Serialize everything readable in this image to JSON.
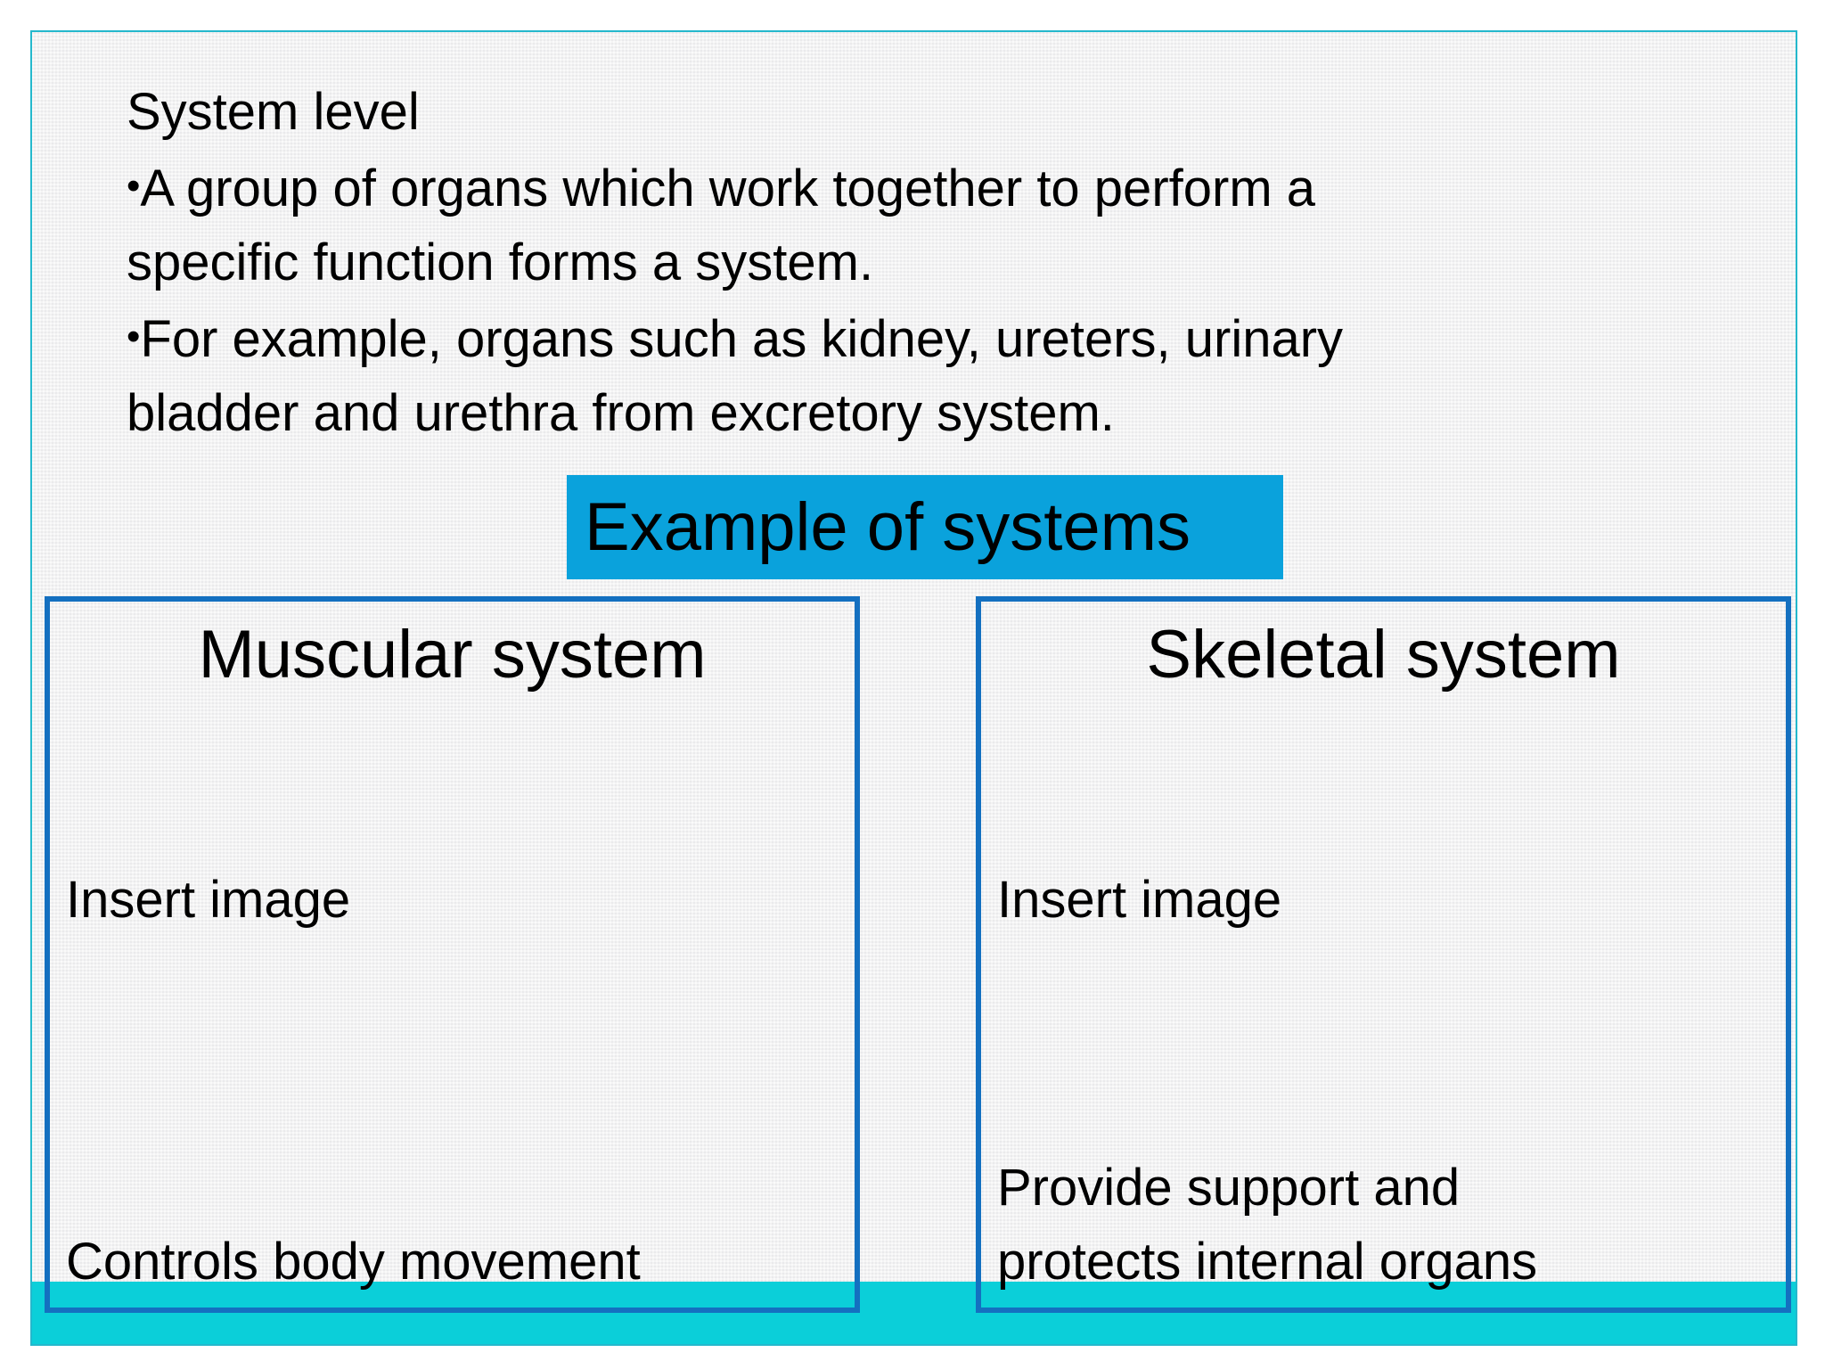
{
  "intro": {
    "heading": "System level",
    "bullets": [
      "A group of organs which work together to perform a",
      "specific function forms a system.",
      "For example, organs such as kidney, ureters, urinary",
      "bladder and urethra from excretory system."
    ],
    "bullet_glyph": "•"
  },
  "section_heading": "Example of systems",
  "panels": [
    {
      "title": "Muscular system",
      "image_placeholder": "Insert image",
      "description_lines": [
        "Controls body movement"
      ]
    },
    {
      "title": "Skeletal system",
      "image_placeholder": "Insert image",
      "description_lines": [
        "Provide support and",
        "protects internal organs"
      ]
    }
  ],
  "colors": {
    "heading_box": "#0aa2dc",
    "panel_border": "#1470c0",
    "bottom_band": "#0bcfd9",
    "slide_border": "#24b8cc"
  }
}
